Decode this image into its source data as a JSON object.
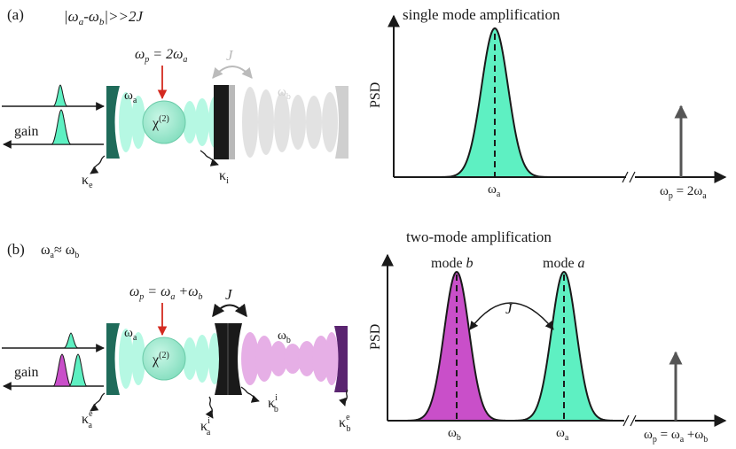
{
  "panel_a": {
    "label": "(a)",
    "condition": {
      "main": "|ω",
      "s1": "a",
      "mid": "-ω",
      "s2": "b",
      "tail": "|>>2J"
    },
    "pump": {
      "main": "ω",
      "sub": "p",
      "eq": " = 2ω",
      "sub2": "a"
    },
    "coupling_label": "J",
    "mode_a_label": {
      "main": "ω",
      "sub": "a"
    },
    "mode_b_label": {
      "main": "ω",
      "sub": "b"
    },
    "chi": {
      "main": "χ",
      "sup": "(2)"
    },
    "gain_label": "gain",
    "kappa_e": {
      "main": "κ",
      "sub": "e"
    },
    "kappa_i": {
      "main": "κ",
      "sub": "i"
    },
    "plot_title": "single mode amplification",
    "y_axis_label": "PSD",
    "peak_label": {
      "main": "ω",
      "sub": "a"
    },
    "pump_tick": {
      "main": "ω",
      "sub": "p",
      "eq": " = 2ω",
      "sub2": "a"
    }
  },
  "panel_b": {
    "label": "(b)",
    "condition": {
      "main": "ω",
      "s1": "a",
      "mid": "≈ ω",
      "s2": "b"
    },
    "pump": {
      "main": "ω",
      "sub": "p",
      "eq": " = ω",
      "sub2": "a",
      "plus": " +ω",
      "sub3": "b"
    },
    "coupling_label": "J",
    "mode_a_label": {
      "main": "ω",
      "sub": "a"
    },
    "mode_b_label": {
      "main": "ω",
      "sub": "b"
    },
    "chi": {
      "main": "χ",
      "sup": "(2)"
    },
    "gain_label": "gain",
    "kappa_a_e": {
      "main": "κ",
      "sub": "a",
      "sup": "e"
    },
    "kappa_a_i": {
      "main": "κ",
      "sub": "a",
      "sup": "i"
    },
    "kappa_b_i": {
      "main": "κ",
      "sub": "b",
      "sup": "i"
    },
    "kappa_b_e": {
      "main": "κ",
      "sub": "b",
      "sup": "e"
    },
    "plot_title": "two-mode amplification",
    "y_axis_label": "PSD",
    "peak_b_title": {
      "pre": "mode ",
      "it": "b"
    },
    "peak_a_title": {
      "pre": "mode ",
      "it": "a"
    },
    "plot_coupling_label": "J",
    "peak_b_label": {
      "main": "ω",
      "sub": "b"
    },
    "peak_a_label": {
      "main": "ω",
      "sub": "a"
    },
    "pump_tick": {
      "main": "ω",
      "sub": "p",
      "eq": " = ω",
      "sub2": "a",
      "plus": " +ω",
      "sub3": "b"
    }
  },
  "colors": {
    "mode_a": "#5ef0c2",
    "mode_b": "#c94fc9",
    "mirror_green": "#1f6b5a",
    "mirror_purple": "#5a2470",
    "mirror_black": "#1a1a1a",
    "ghost": "#c8c8c8",
    "pump_red": "#d42a20",
    "pump_tick": "#555555"
  }
}
